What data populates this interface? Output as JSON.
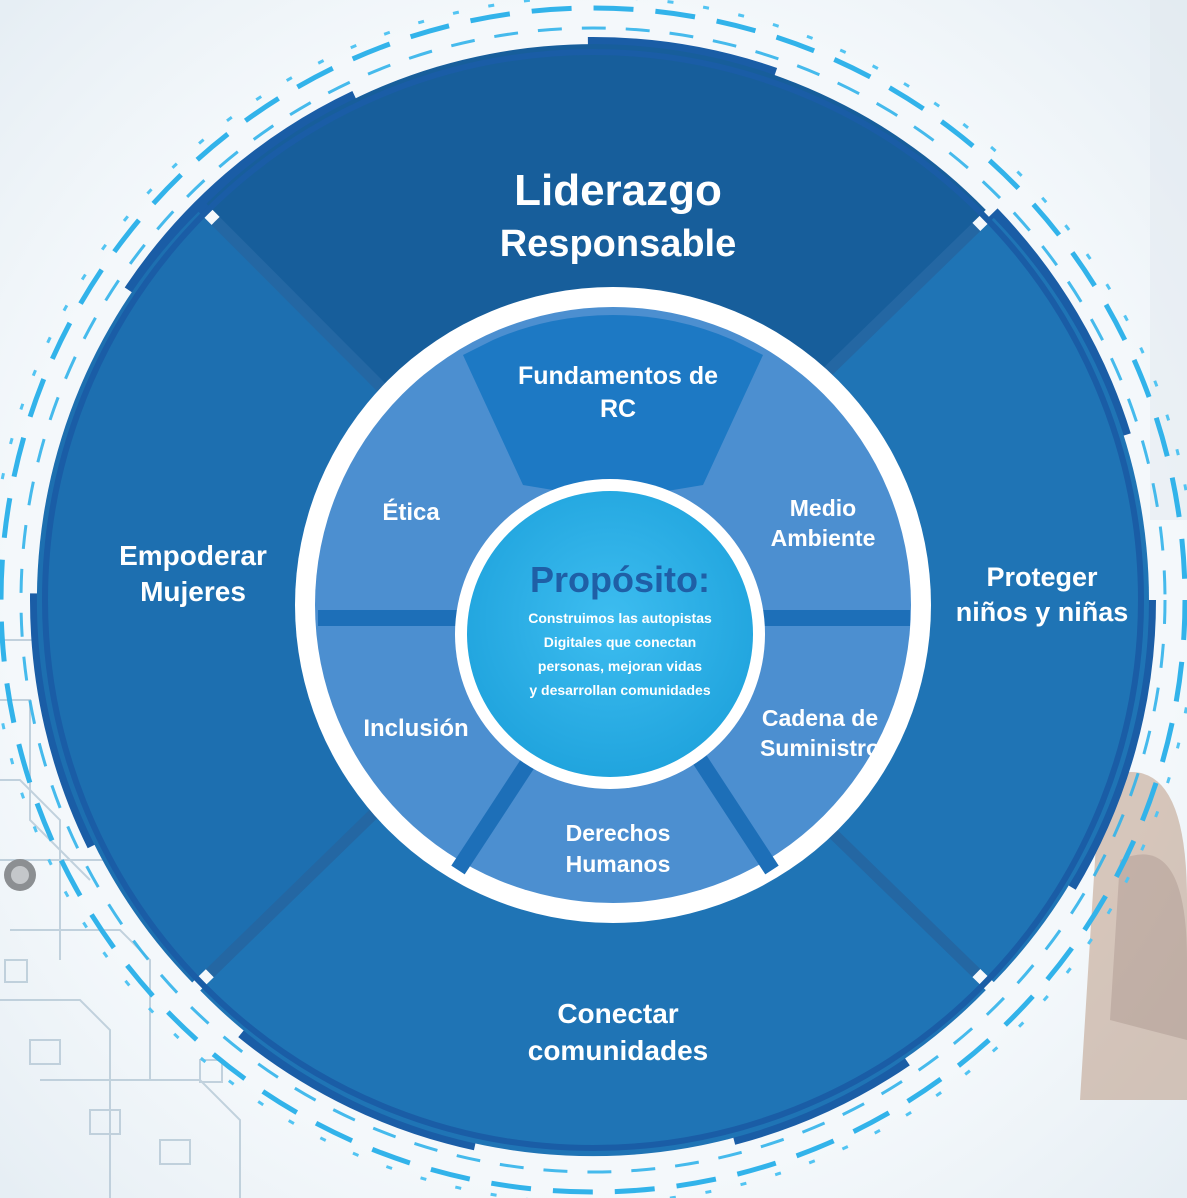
{
  "outer_ring": {
    "top": [
      "Liderazgo",
      "Responsable"
    ],
    "left": [
      "Empoderar",
      "Mujeres"
    ],
    "right": [
      "Proteger",
      "niños y niñas"
    ],
    "bottom": [
      "Conectar",
      "comunidades"
    ]
  },
  "inner_ring": {
    "top": [
      "Fundamentos de",
      "RC"
    ],
    "upper_left": [
      "Ética"
    ],
    "upper_right": [
      "Medio",
      "Ambiente"
    ],
    "lower_left": [
      "Inclusión"
    ],
    "lower_right": [
      "Cadena de",
      "Suministro"
    ],
    "bottom": [
      "Derechos",
      "Humanos"
    ]
  },
  "center": {
    "title": "Propósito:",
    "lines": [
      "Construimos las autopistas",
      "Digitales  que conectan",
      "personas, mejoran vidas",
      "y desarrollan  comunidades"
    ]
  },
  "colors": {
    "outer_top": "#175e9b",
    "outer_side": "#1f74b5",
    "outer_left": "#1d6fb0",
    "gap": "#2467a3",
    "inner_ring": "#4c8fd0",
    "inner_top": "#1d79c4",
    "inner_divider": "#1d6fb8",
    "center": "#29abe2",
    "accent_dash": "#32b3ea",
    "dark_arc": "#1a5da6"
  }
}
